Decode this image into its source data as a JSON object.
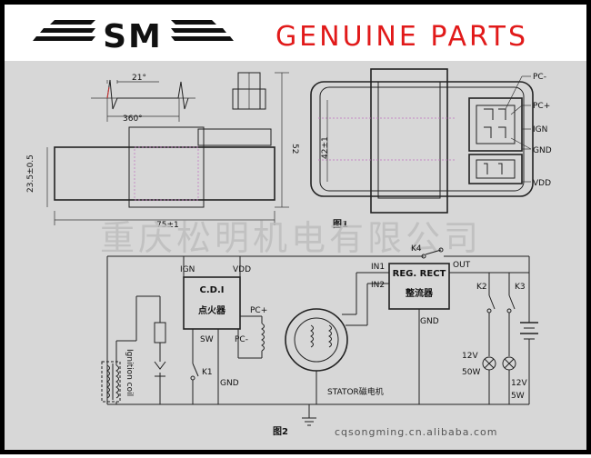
{
  "header": {
    "logo_text": "SM",
    "title": "GENUINE PARTS"
  },
  "drawing": {
    "angle_label": "21°",
    "period_label": "360°",
    "height_label": "52",
    "depth_label": "23.5±0.5",
    "width_label": "75±1",
    "inner_label": "42±1",
    "figure1_label": "图1",
    "pins": [
      "PC-",
      "PC+",
      "IGN",
      "GND",
      "VDD"
    ]
  },
  "watermark": "重庆松明机电有限公司",
  "circuit": {
    "k4": "K4",
    "cdi_ign": "IGN",
    "cdi_vdd": "VDD",
    "cdi_title": "C.D.I",
    "cdi_subtitle": "点火器",
    "cdi_pcplus": "PC+",
    "cdi_pcminus": "PC-",
    "cdi_sw": "SW",
    "cdi_gnd": "GND",
    "k1": "K1",
    "ignition_coil": "Ignition coil",
    "reg_in1": "IN1",
    "reg_in2": "IN2",
    "reg_out": "OUT",
    "reg_title": "REG. RECT",
    "reg_subtitle": "整流器",
    "reg_gnd": "GND",
    "stator": "STATOR磁电机",
    "k2": "K2",
    "k3": "K3",
    "lamp1_voltage": "12V",
    "lamp1_power": "50W",
    "lamp2_voltage": "12V",
    "lamp2_power": "5W",
    "figure2_label": "图2"
  },
  "website": "cqsongming.cn.alibaba.com"
}
